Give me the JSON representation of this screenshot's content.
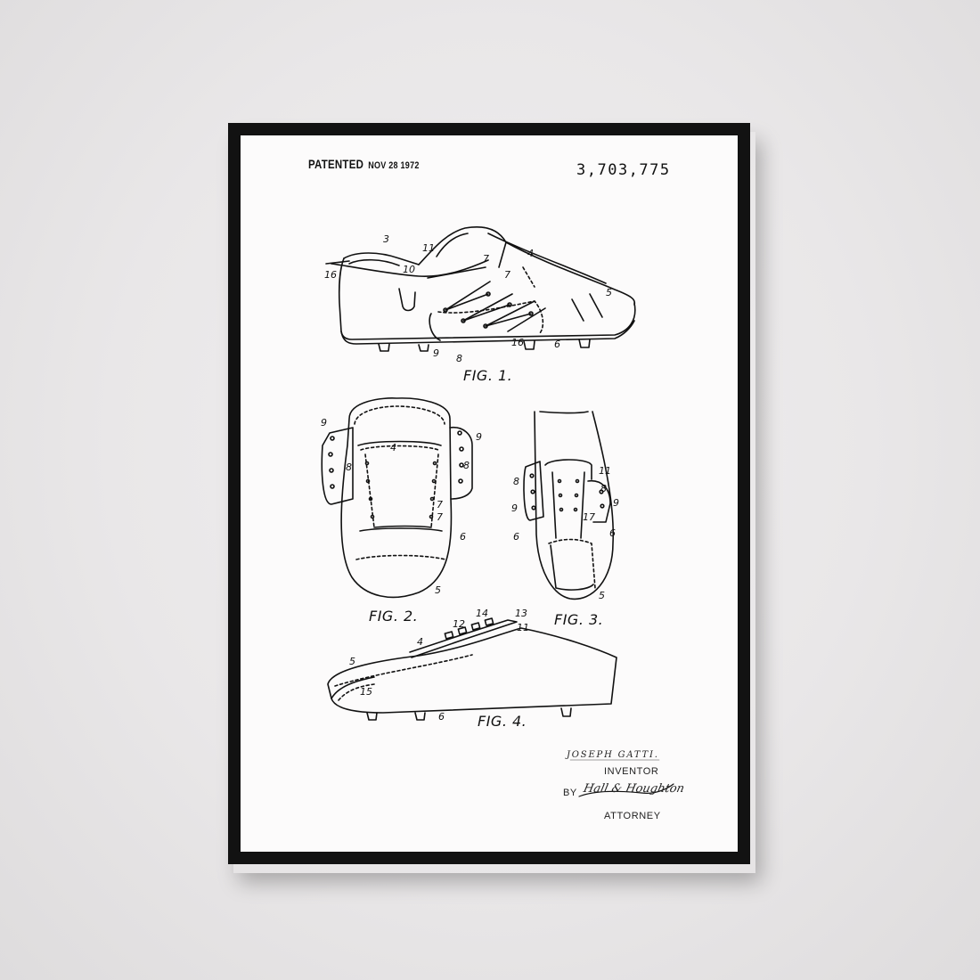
{
  "poster": {
    "patented_label": "PATENTED",
    "patented_date": "NOV 28 1972",
    "patent_number": "3,703,775",
    "inventor_name": "JOSEPH GATTI.",
    "inventor_label": "INVENTOR",
    "by_label": "BY",
    "attorney_signature": "Hall & Houghton",
    "attorney_label": "ATTORNEY"
  },
  "figures": {
    "fig1": "FIG. 1.",
    "fig2": "FIG. 2.",
    "fig3": "FIG. 3.",
    "fig4": "FIG. 4."
  },
  "callouts": {
    "fig1": [
      "3",
      "11",
      "16",
      "10",
      "7",
      "7",
      "4",
      "5",
      "9",
      "8",
      "16",
      "6"
    ],
    "fig2": [
      "9",
      "9",
      "8",
      "4",
      "8",
      "7",
      "7",
      "6",
      "5"
    ],
    "fig3": [
      "11",
      "8",
      "8",
      "9",
      "9",
      "17",
      "6",
      "6",
      "5"
    ],
    "fig4": [
      "14",
      "13",
      "12",
      "11",
      "4",
      "5",
      "15",
      "6"
    ]
  },
  "colors": {
    "wall": "#ebe9ea",
    "frame": "#121212",
    "paper": "#fcfbfb",
    "ink": "#111111"
  }
}
